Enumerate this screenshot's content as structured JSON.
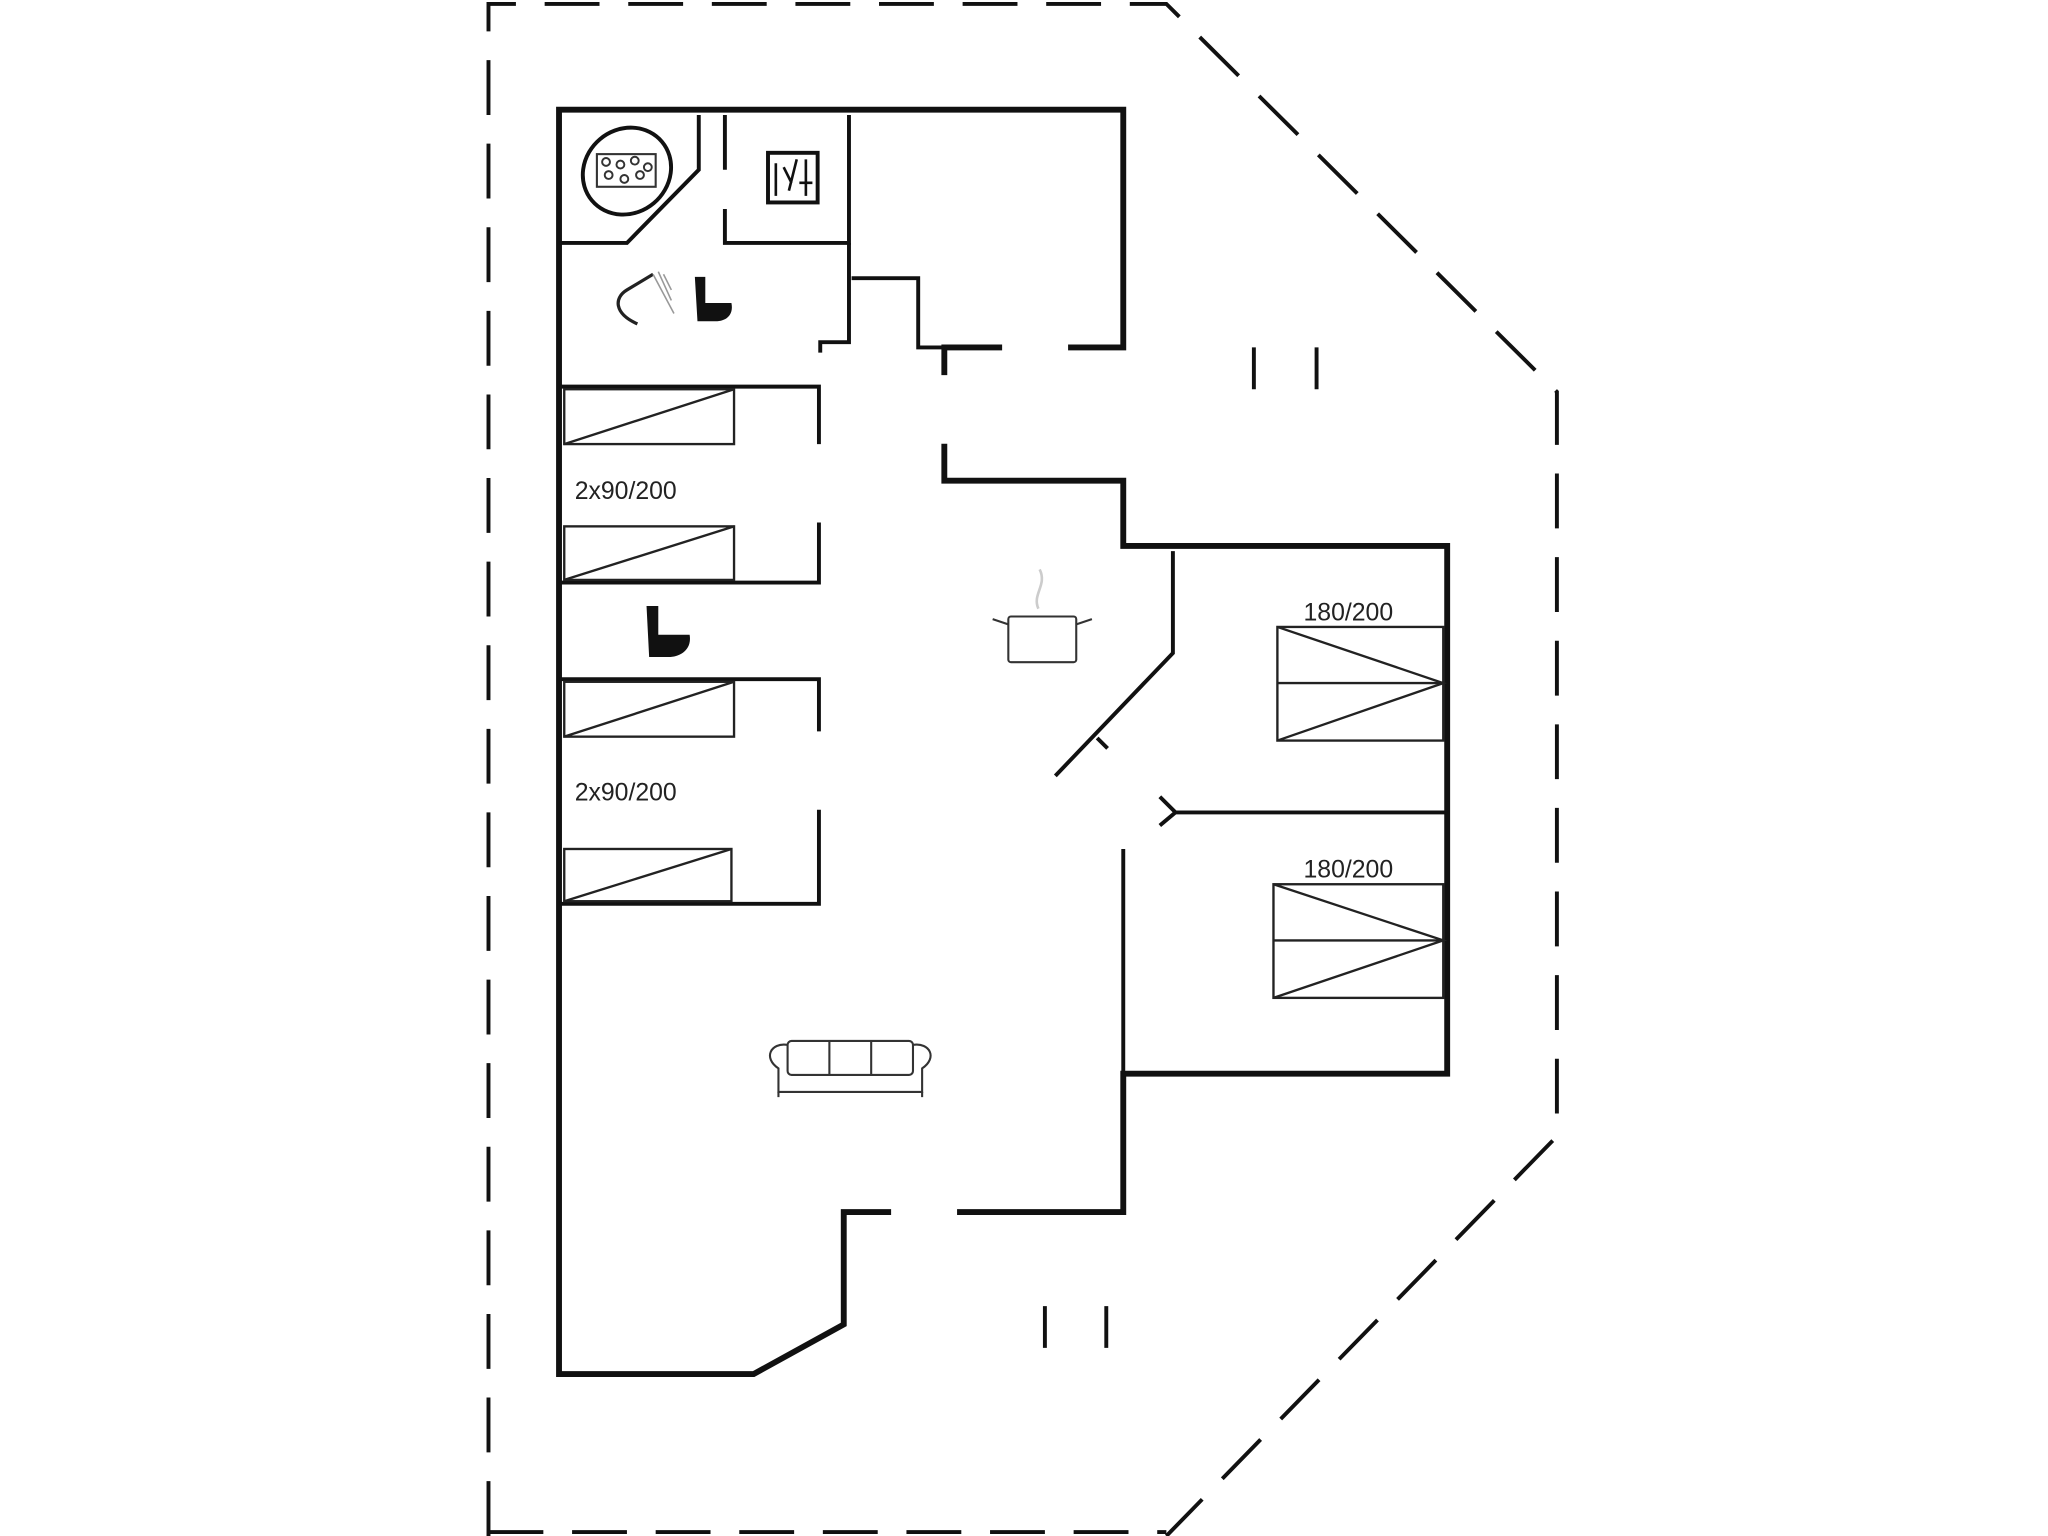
{
  "floorplan": {
    "rooms": [
      {
        "type": "bedroom",
        "bed_label": "2x90/200"
      },
      {
        "type": "bedroom",
        "bed_label": "2x90/200"
      },
      {
        "type": "bedroom",
        "bed_label": "180/200"
      },
      {
        "type": "bedroom",
        "bed_label": "180/200"
      }
    ],
    "icons": [
      "jacuzzi-icon",
      "sauna-icon",
      "shower-icon",
      "toilet-icon",
      "toilet-icon",
      "kitchen-pot-icon",
      "sofa-icon"
    ],
    "colors": {
      "wall": "#111111",
      "background": "#ffffff"
    }
  }
}
